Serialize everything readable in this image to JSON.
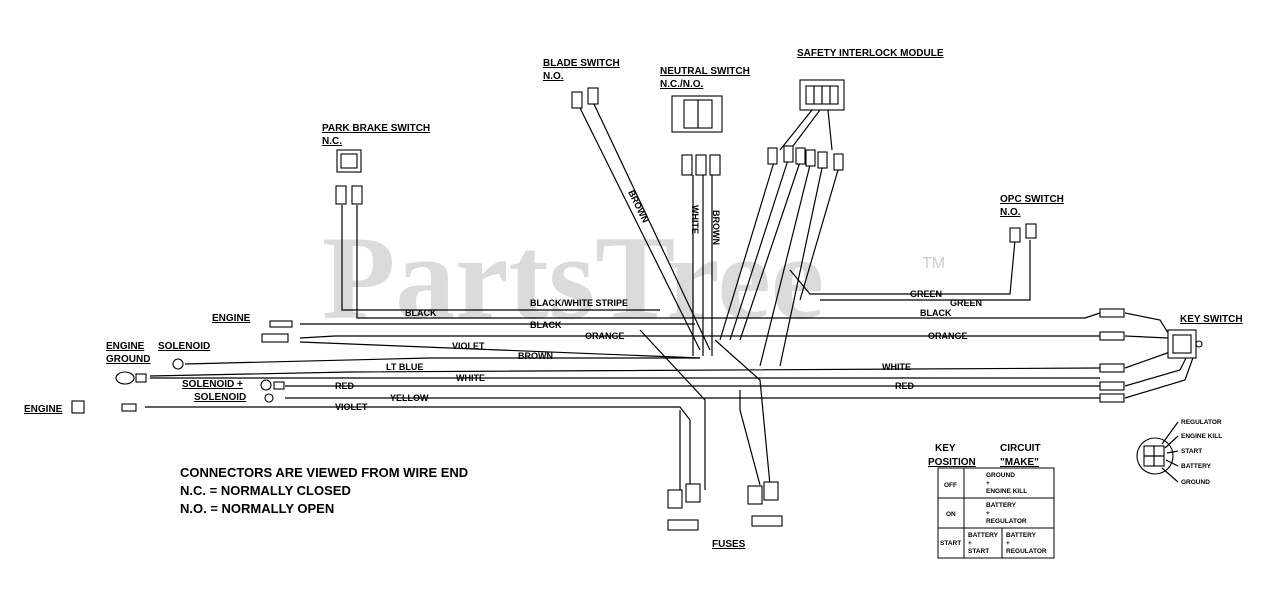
{
  "watermark": {
    "text": "PartsTree",
    "tm": "TM"
  },
  "components": {
    "blade_switch": [
      "BLADE SWITCH",
      "N.O."
    ],
    "neutral_switch": [
      "NEUTRAL SWITCH",
      "N.C./N.O."
    ],
    "safety_module": [
      "SAFETY INTERLOCK MODULE"
    ],
    "park_brake": [
      "PARK BRAKE SWITCH",
      "N.C."
    ],
    "opc_switch": [
      "OPC SWITCH",
      "N.O."
    ],
    "key_switch": [
      "KEY SWITCH"
    ],
    "engine_top": [
      "ENGINE"
    ],
    "engine_ground": [
      "ENGINE",
      "GROUND"
    ],
    "solenoid": [
      "SOLENOID"
    ],
    "solenoid_plus": [
      "SOLENOID +",
      "SOLENOID"
    ],
    "engine_left": [
      "ENGINE"
    ],
    "fuses": [
      "FUSES"
    ]
  },
  "wires": {
    "black_white": "BLACK/WHITE STRIPE",
    "black1": "BLACK",
    "black2": "BLACK",
    "black3": "BLACK",
    "orange1": "ORANGE",
    "orange2": "ORANGE",
    "violet1": "VIOLET",
    "violet2": "VIOLET",
    "brown1": "BROWN",
    "brown2": "BROWN",
    "brown3": "BROWN",
    "ltblue": "LT BLUE",
    "white1": "WHITE",
    "white2": "WHITE",
    "white3": "WHITE",
    "red1": "RED",
    "red2": "RED",
    "yellow": "YELLOW",
    "green1": "GREEN",
    "green2": "GREEN"
  },
  "notes": [
    "CONNECTORS ARE VIEWED FROM WIRE END",
    "N.C. =  NORMALLY CLOSED",
    "N.O. = NORMALLY OPEN"
  ],
  "circuit_table": {
    "header_key": [
      "KEY",
      "POSITION"
    ],
    "header_circuit": [
      "CIRCUIT",
      "\"MAKE\""
    ],
    "rows": [
      {
        "position": "OFF",
        "circuit": [
          "GROUND",
          "+",
          "ENGINE KILL"
        ]
      },
      {
        "position": "ON",
        "circuit": [
          "BATTERY",
          "+",
          "REGULATOR"
        ]
      },
      {
        "position": "START",
        "circuit_a": [
          "BATTERY",
          "+",
          "START"
        ],
        "circuit_b": [
          "BATTERY",
          "+",
          "REGULATOR"
        ]
      }
    ]
  },
  "key_terminals": [
    "REGULATOR",
    "ENGINE KILL",
    "START",
    "BATTERY",
    "GROUND"
  ]
}
